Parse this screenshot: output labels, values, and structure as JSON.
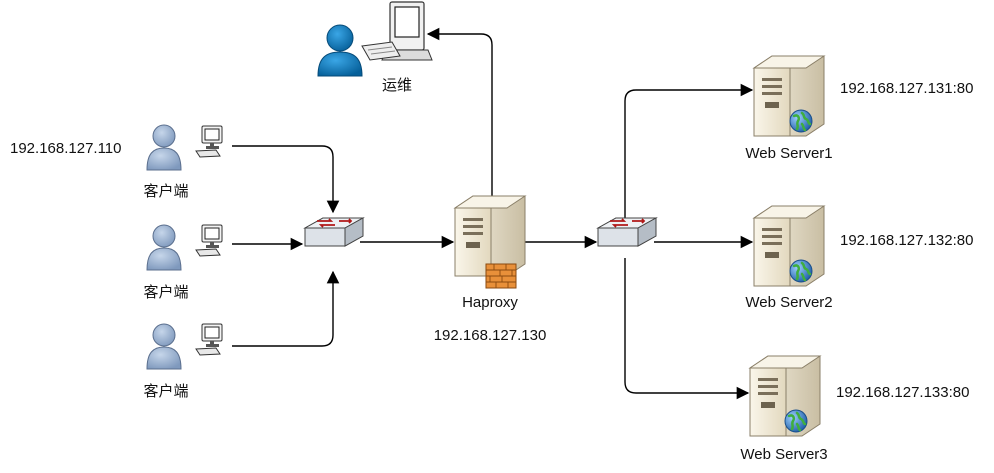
{
  "ops": {
    "label": "运维"
  },
  "clients": [
    {
      "label": "客户端",
      "ip": "192.168.127.110"
    },
    {
      "label": "客户端"
    },
    {
      "label": "客户端"
    }
  ],
  "haproxy": {
    "label": "Haproxy",
    "ip": "192.168.127.130"
  },
  "servers": [
    {
      "label": "Web Server1",
      "ip": "192.168.127.131:80"
    },
    {
      "label": "Web Server2",
      "ip": "192.168.127.132:80"
    },
    {
      "label": "Web Server3",
      "ip": "192.168.127.133:80"
    }
  ],
  "colors": {
    "person": "#0a78b8",
    "client_person": "#98b2d4",
    "line": "#000000",
    "server": "#e7dfcb",
    "switch": "#dfe3e8",
    "globe": "#2f80c8"
  }
}
